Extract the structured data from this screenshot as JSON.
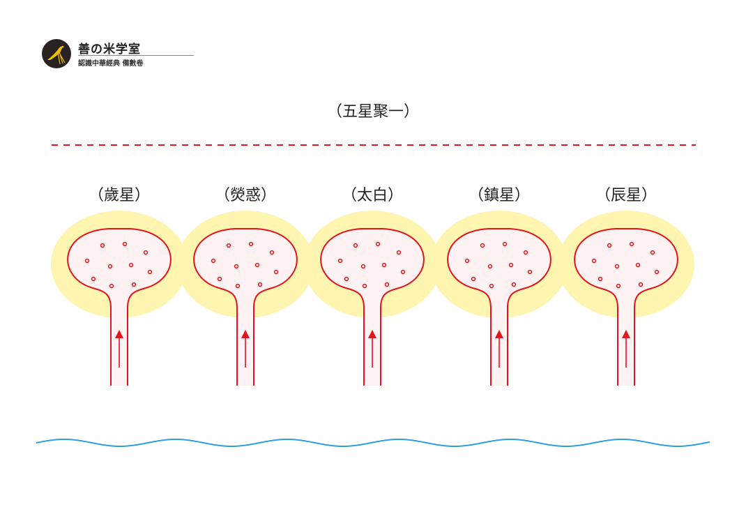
{
  "header": {
    "logo_title": "善の米学室",
    "logo_subtitle": "認識中華經典 備數卷"
  },
  "diagram": {
    "title": "（五星聚一）",
    "planets": [
      {
        "label": "（歲星）"
      },
      {
        "label": "（熒惑）"
      },
      {
        "label": "（太白）"
      },
      {
        "label": "（鎮星）"
      },
      {
        "label": "（辰星）"
      }
    ]
  },
  "colors": {
    "outline": "#e3141e",
    "glow": "#fdf5b0",
    "bulb_fill": "#fff2f2",
    "wave": "#2aa0e0",
    "divider": "#e3141e"
  }
}
